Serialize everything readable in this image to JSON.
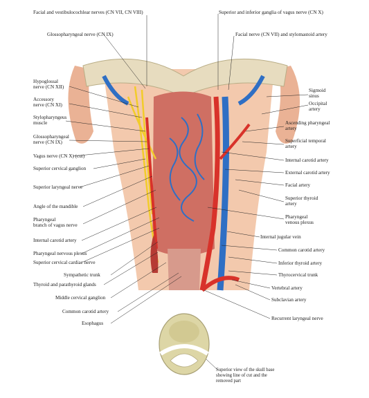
{
  "labels_left": [
    "Facial and vestibulocochlear nerves (CN VII, CN VIII)",
    "Glossopharyngeal nerve (CN IX)",
    "Hypoglossal\nnerve (CN XII)",
    "Accessory\nnerve (CN XI)",
    "Stylopharyngeus\nmuscle",
    "Glossopharyngeal\nnerve (CN IX)",
    "Vagus nerve (CN X) (cut)",
    "Superior cervical ganglion",
    "Superior laryngeal nerve",
    "Angle of the mandible",
    "Pharyngeal\nbranch of vagus nerve",
    "Internal carotid artery",
    "Pharyngeal nervous plexus",
    "Superior cervical cardiac nerve",
    "Sympathetic trunk",
    "Thyroid and parathyroid glands",
    "Middle cervical ganglion",
    "Common carotid artery",
    "Esophagus"
  ],
  "labels_right": [
    "Superior and inferior ganglia of vagus nerve (CN X)",
    "Facial nerve (CN VII) and stylomastoid artery",
    "Sigmoid\nsinus",
    "Occipital\nartery",
    "Ascending pharyngeal\nartery",
    "Superficial temporal\nartery",
    "Internal carotid artery",
    "External carotid artery",
    "Facial artery",
    "Superior thyroid\nartery",
    "Pharyngeal\nvenous plexus",
    "Internal jugular vein",
    "Common carotid artery",
    "Inferior thyroid artery",
    "Thyrocervical trunk",
    "Vertebral artery",
    "Subclavian artery",
    "Recurrent laryngeal nerve"
  ],
  "inset_caption": "Superior view of the skull base\nshowing line of cut and the\nremoved part",
  "colors": {
    "artery": "#d8322a",
    "vein": "#2f6fc4",
    "nerve": "#f2cc2a",
    "muscle": "#c96a5e",
    "bone": "#ddd6a6",
    "skin": "#f2c4a6"
  }
}
